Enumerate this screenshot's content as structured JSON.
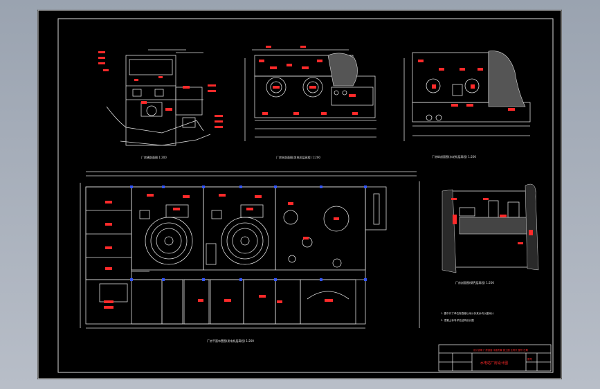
{
  "drawing": {
    "title_block": {
      "top_line": "设计说明 厂房剖面 平面布置 施工图 比例尺 图号 日期",
      "drawing_name": "水电站厂房设计图",
      "sheet_no": "图号"
    },
    "views": [
      {
        "id": "cross-section",
        "caption": "厂房横剖面图 1:200"
      },
      {
        "id": "gen-floor-elevation",
        "caption": "厂房纵剖面图(发电机层高程) 1:200"
      },
      {
        "id": "turbine-floor-elevation",
        "caption": "厂房纵剖面图(水轮机层高程) 1:200"
      },
      {
        "id": "main-plan",
        "caption": "厂房平面布置图(发电机层高程) 1:200"
      },
      {
        "id": "small-section",
        "caption": "厂房剖面图(蜗壳层高程) 1:200"
      }
    ],
    "notes": [
      "1. 图中尺寸单位除高程以米计外其余均以厘米计",
      "2. 混凝土标号详见结构设计图"
    ],
    "colors": {
      "canvas": "#000000",
      "lines": "#e8e8e8",
      "annotations": "#ff2a2a",
      "grid_nodes": "#3355ff"
    }
  }
}
